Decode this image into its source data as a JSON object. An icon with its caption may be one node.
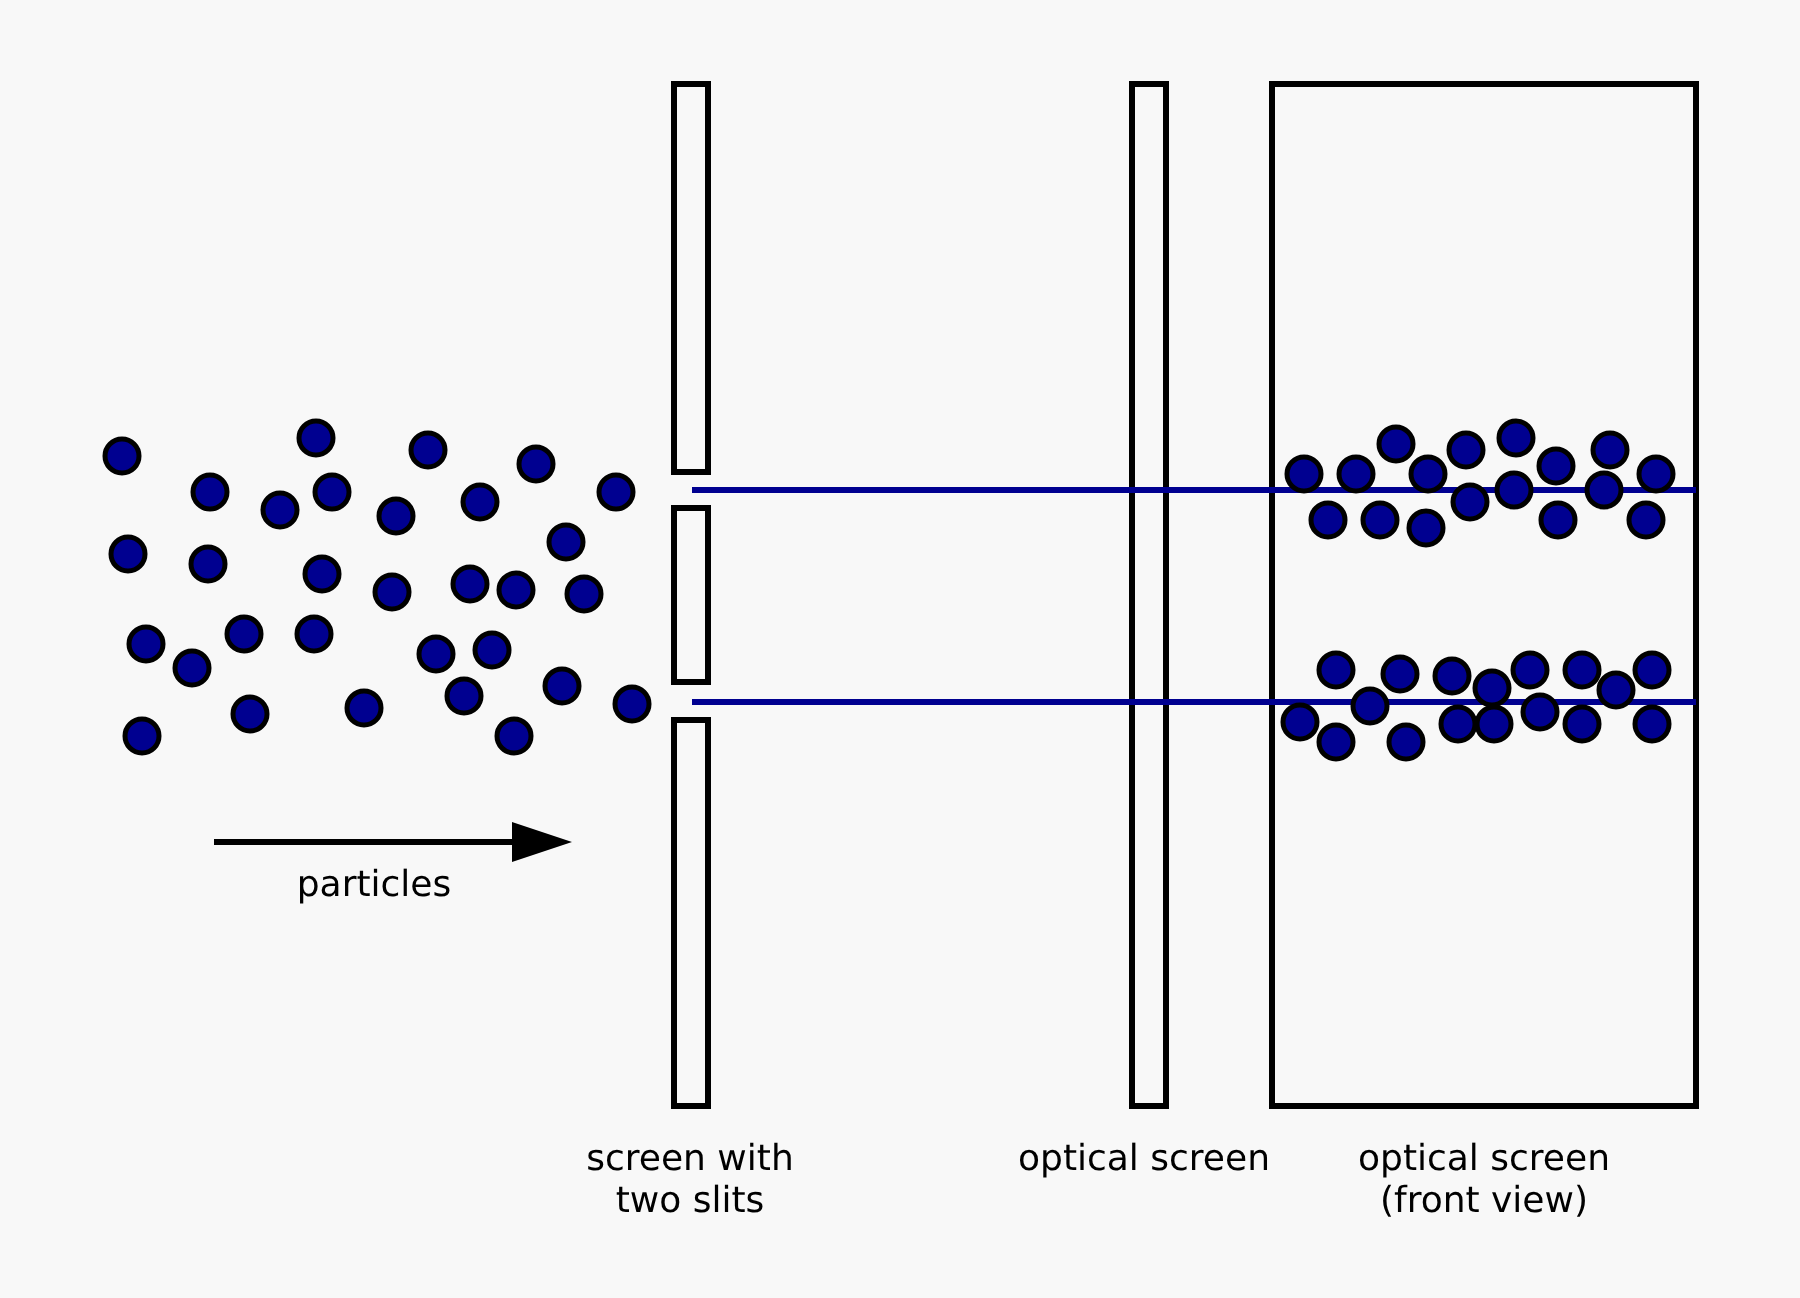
{
  "diagram": {
    "labels": [
      "particles",
      "screen with two slits",
      "optical screen",
      "optical screen (front view)"
    ]
  }
}
